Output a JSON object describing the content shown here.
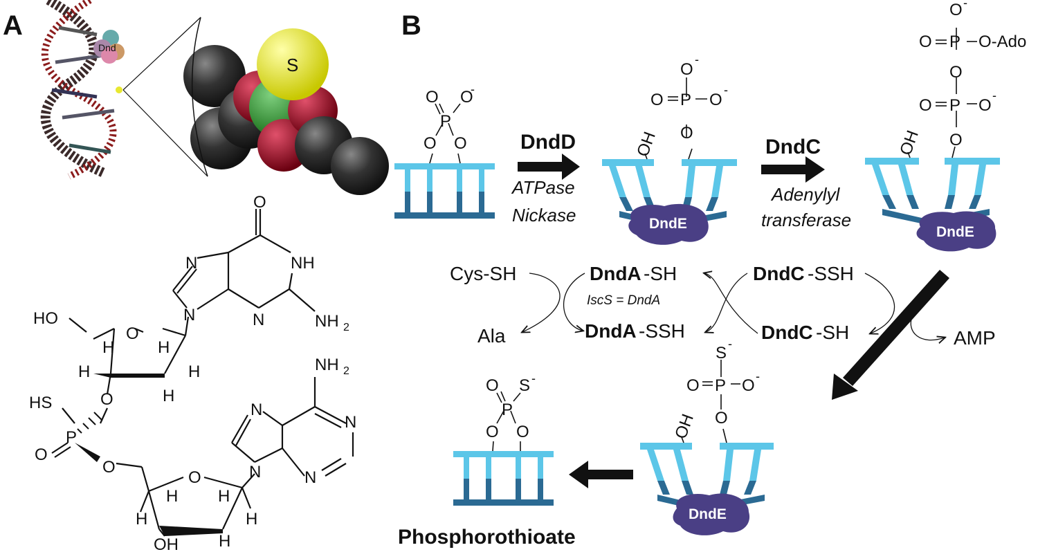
{
  "panels": {
    "a": "A",
    "b": "B"
  },
  "model": {
    "dnd_label": "Dnd",
    "sulfur_label": "S"
  },
  "struct_a": {
    "o_top": "O",
    "nh": "NH",
    "n1": "N",
    "n2": "N",
    "n3": "N",
    "nh2_g": "NH",
    "sub2": "2",
    "ho": "HO",
    "o_ring1": "O",
    "h1": "H",
    "h2": "H",
    "h3": "H",
    "h4": "H",
    "h5": "H",
    "o_link1": "O",
    "hs": "HS",
    "p": "P",
    "o_dbl": "O",
    "o_link2": "O",
    "nh2_a": "NH",
    "sub2b": "2",
    "n4": "N",
    "n5": "N",
    "n6": "N",
    "n7": "N",
    "o_ring2": "O",
    "h6": "H",
    "h7": "H",
    "h8": "H",
    "h9": "H",
    "h10": "H",
    "oh": "OH"
  },
  "scheme": {
    "enzyme1": "DndD",
    "enzyme1_role1": "ATPase",
    "enzyme1_role2": "Nickase",
    "enzyme2": "DndC",
    "enzyme2_role1": "Adenylyl",
    "enzyme2_role2": "transferase",
    "protein_label": "DndE",
    "ado": "O-Ado",
    "cys": "Cys-SH",
    "ala": "Ala",
    "dnda_sh_b": "DndA",
    "dnda_sh_r": "-SH",
    "iscs": "IscS = DndA",
    "dnda_ssh_b": "DndA",
    "dnda_ssh_r": "-SSH",
    "dndc_ssh_b": "DndC",
    "dndc_ssh_r": "-SSH",
    "dndc_sh_b": "DndC",
    "dndc_sh_r": "-SH",
    "amp": "AMP",
    "oh": "OH",
    "o": "O",
    "p": "P",
    "s": "S",
    "minus": "-",
    "product": "Phosphorothioate"
  },
  "colors": {
    "light_blue": "#5cc6e8",
    "dark_blue": "#2b6a93",
    "protein": "#4a3f85",
    "sulfur": "#e8e830"
  }
}
